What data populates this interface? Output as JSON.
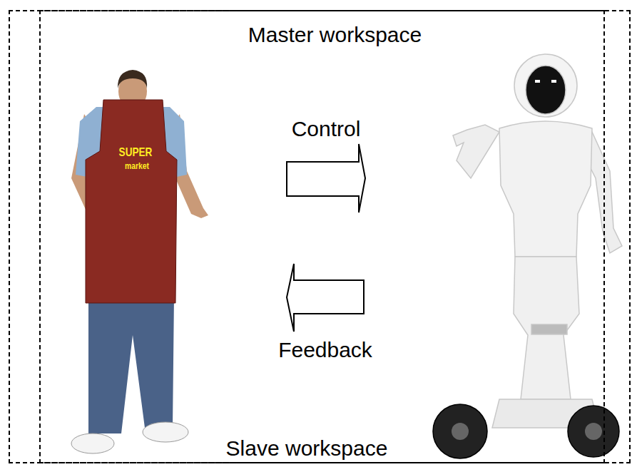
{
  "diagram": {
    "nodes": [
      {
        "text": [
          "Master workspace"
        ]
      },
      {
        "text": [
          "Slave workspace"
        ]
      }
    ],
    "labels": [
      "Control",
      "Feedback",
      "SUPER",
      "market"
    ]
  }
}
